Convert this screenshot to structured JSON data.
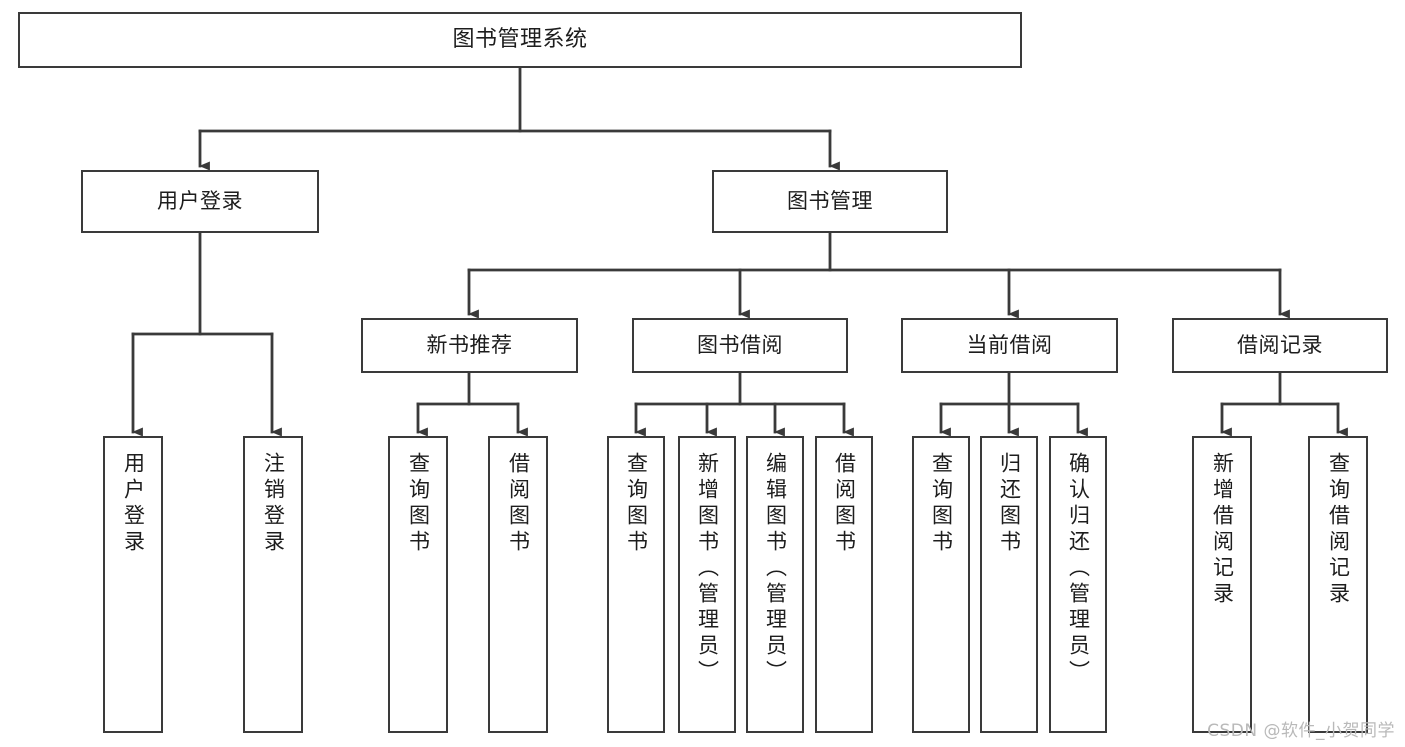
{
  "diagram": {
    "title": "图书管理系统",
    "type": "function-structure-tree",
    "watermark": "CSDN @软件_小贺同学",
    "colors": {
      "background": "#ffffff",
      "box_border": "#3a3a3a",
      "connector": "#3a3a3a",
      "text": "#1d1d1d",
      "watermark": "#b9b9b9"
    },
    "root": {
      "id": "root",
      "label": "图书管理系统"
    },
    "level2": [
      {
        "id": "login",
        "label": "用户登录"
      },
      {
        "id": "bookmgmt",
        "label": "图书管理"
      }
    ],
    "level3": [
      {
        "id": "newbook",
        "label": "新书推荐"
      },
      {
        "id": "borrow",
        "label": "图书借阅"
      },
      {
        "id": "current",
        "label": "当前借阅"
      },
      {
        "id": "record",
        "label": "借阅记录"
      }
    ],
    "leaves": {
      "login": [
        {
          "id": "leaf-user-login",
          "label": "用户登录"
        },
        {
          "id": "leaf-logout",
          "label": "注销登录"
        }
      ],
      "newbook": [
        {
          "id": "leaf-query-book-1",
          "label": "查询图书"
        },
        {
          "id": "leaf-borrow-book-1",
          "label": "借阅图书"
        }
      ],
      "borrow": [
        {
          "id": "leaf-query-book-2",
          "label": "查询图书"
        },
        {
          "id": "leaf-add-book",
          "label": "新增图书（管理员）"
        },
        {
          "id": "leaf-edit-book",
          "label": "编辑图书（管理员）"
        },
        {
          "id": "leaf-borrow-book-2",
          "label": "借阅图书"
        }
      ],
      "current": [
        {
          "id": "leaf-query-book-3",
          "label": "查询图书"
        },
        {
          "id": "leaf-return-book",
          "label": "归还图书"
        },
        {
          "id": "leaf-confirm-return",
          "label": "确认归还（管理员）"
        }
      ],
      "record": [
        {
          "id": "leaf-add-record",
          "label": "新增借阅记录"
        },
        {
          "id": "leaf-query-record",
          "label": "查询借阅记录"
        }
      ]
    }
  }
}
